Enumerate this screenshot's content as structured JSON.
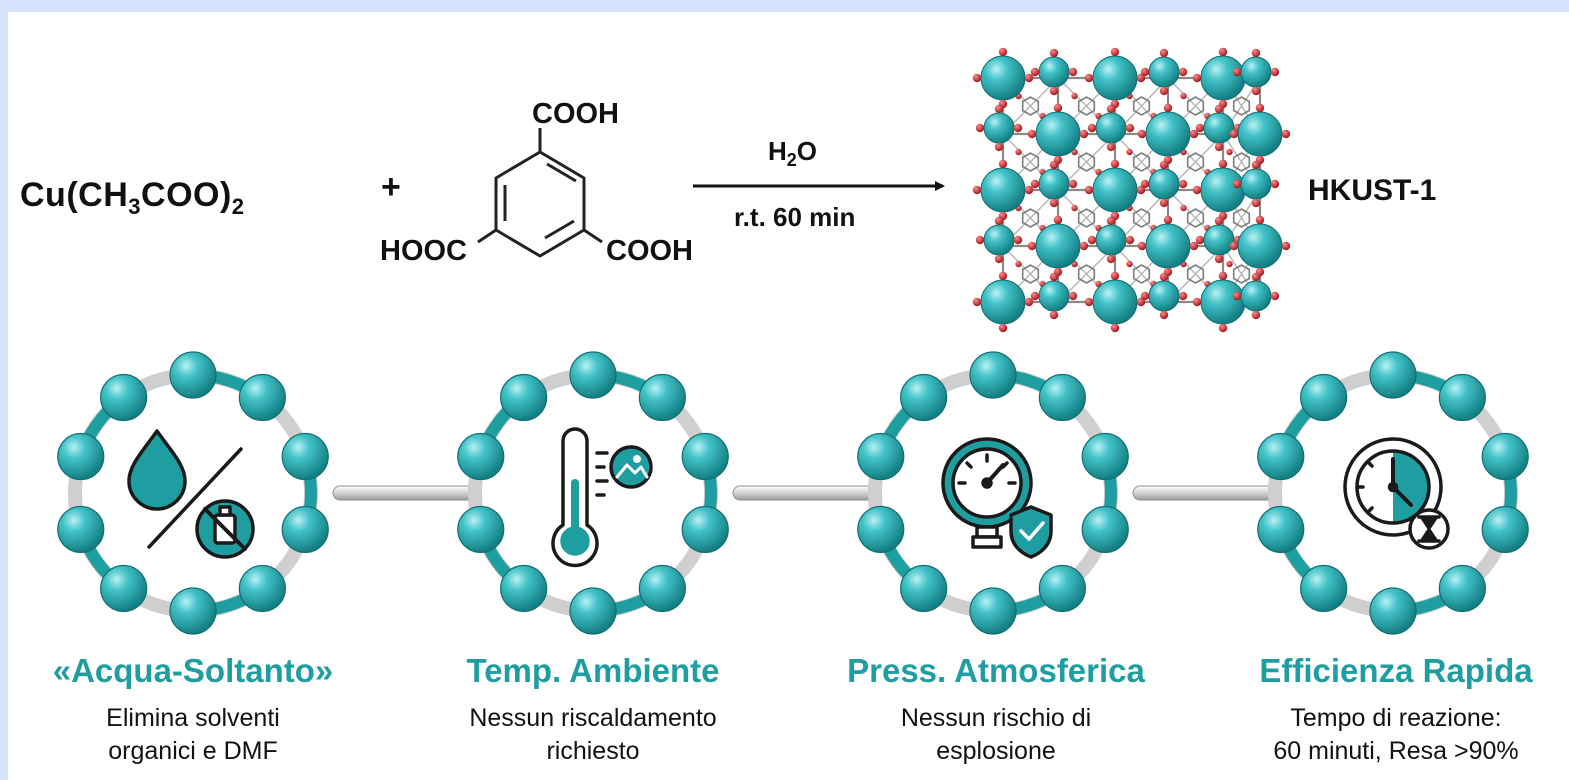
{
  "reaction": {
    "reactant1": {
      "main": "Cu(CH",
      "sub1": "3",
      "mid": "COO)",
      "sub2": "2"
    },
    "plus": "+",
    "linker": {
      "top_group": "COOH",
      "left_group": "HOOC",
      "right_group": "COOH"
    },
    "conditions": {
      "solvent_main": "H",
      "solvent_sub": "2",
      "solvent_end": "O",
      "time": "r.t. 60 min"
    },
    "product": "HKUST-1"
  },
  "colors": {
    "accent": "#1e9ea1",
    "atom": "#43c3c8",
    "oxygen": "#c8242a",
    "connector": "#cfcfcf",
    "icon_outline": "#1a1a1a",
    "background_frame": "#d6e2fb"
  },
  "features": [
    {
      "icon": "water-no-solvent-icon",
      "title": "«Acqua-Soltanto»",
      "desc_line1": "Elimina solventi",
      "desc_line2": "organici e DMF"
    },
    {
      "icon": "thermometer-sun-icon",
      "title": "Temp. Ambiente",
      "desc_line1": "Nessun riscaldamento",
      "desc_line2": "richiesto"
    },
    {
      "icon": "pressure-gauge-shield-icon",
      "title": "Press. Atmosferica",
      "desc_line1": "Nessun rischio di",
      "desc_line2": "esplosione"
    },
    {
      "icon": "clock-hourglass-icon",
      "title": "Efficienza Rapida",
      "desc_line1": "Tempo di reazione:",
      "desc_line2": "60 minuti, Resa >90%"
    }
  ]
}
